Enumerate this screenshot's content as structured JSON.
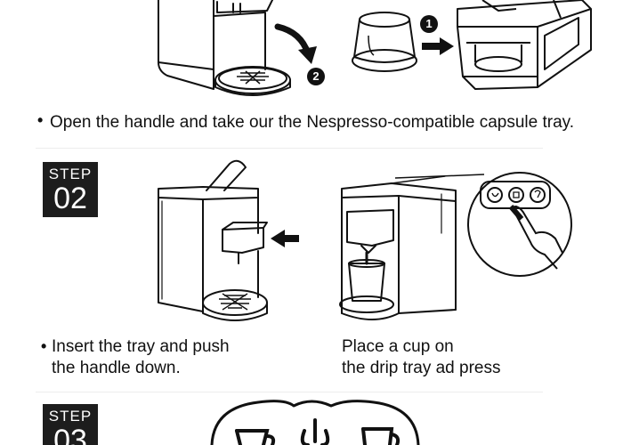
{
  "step1": {
    "caption_bullet": "•",
    "caption": "Open the handle and take our the Nespresso-compatible capsule tray.",
    "markers": [
      "1",
      "2"
    ]
  },
  "step2": {
    "badge_label": "STEP",
    "badge_number": "02",
    "left_bullet": "•",
    "left_caption_line1": "Insert the tray and push",
    "left_caption_line2": "the handle down.",
    "right_caption_line1": "Place a cup on",
    "right_caption_line2": "the drip tray ad press"
  },
  "step3": {
    "badge_label": "STEP",
    "badge_number": "03"
  }
}
